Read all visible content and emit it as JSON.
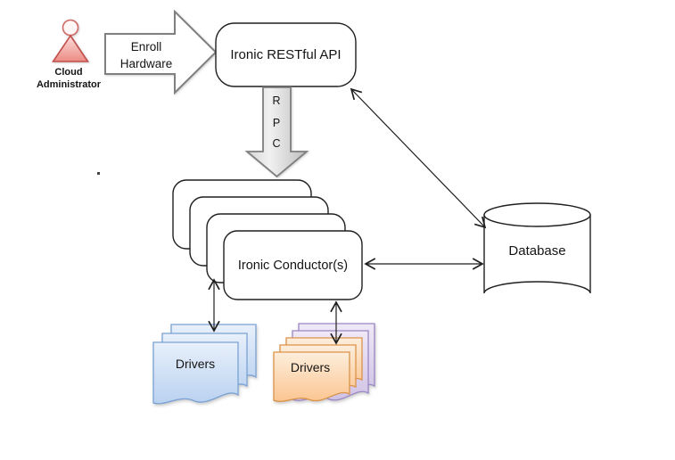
{
  "diagram": {
    "actor": {
      "label_line1": "Cloud",
      "label_line2": "Administrator"
    },
    "enroll_arrow": {
      "label_line1": "Enroll",
      "label_line2": "Hardware"
    },
    "api_box": {
      "label": "Ironic RESTful API"
    },
    "rpc_arrow": {
      "letters": [
        "R",
        "P",
        "C"
      ]
    },
    "conductor_box": {
      "label": "Ironic Conductor(s)"
    },
    "database": {
      "label": "Database"
    },
    "drivers_blue": {
      "label": "Drivers"
    },
    "drivers_orange": {
      "label": "Drivers"
    },
    "colors": {
      "background": "#ffffff",
      "line_black": "#1f1f1f",
      "block_arrow_border": "#808080",
      "rpc_fill_light": "#f1f1f1",
      "rpc_fill_dark": "#bdbdbd",
      "actor_fill_light": "#fbdedd",
      "actor_fill_dark": "#ec8a83",
      "actor_stroke": "#c0504d",
      "driver_blue_light": "#e8f0fb",
      "driver_blue_dark": "#b9d1f0",
      "driver_blue_stroke": "#7ba2d4",
      "driver_orange_light": "#fdeedc",
      "driver_orange_dark": "#fbc591",
      "driver_orange_stroke": "#db9349",
      "driver_purple_light": "#efe9f7",
      "driver_purple_dark": "#cfc2e5",
      "driver_purple_stroke": "#9b87c4"
    }
  }
}
